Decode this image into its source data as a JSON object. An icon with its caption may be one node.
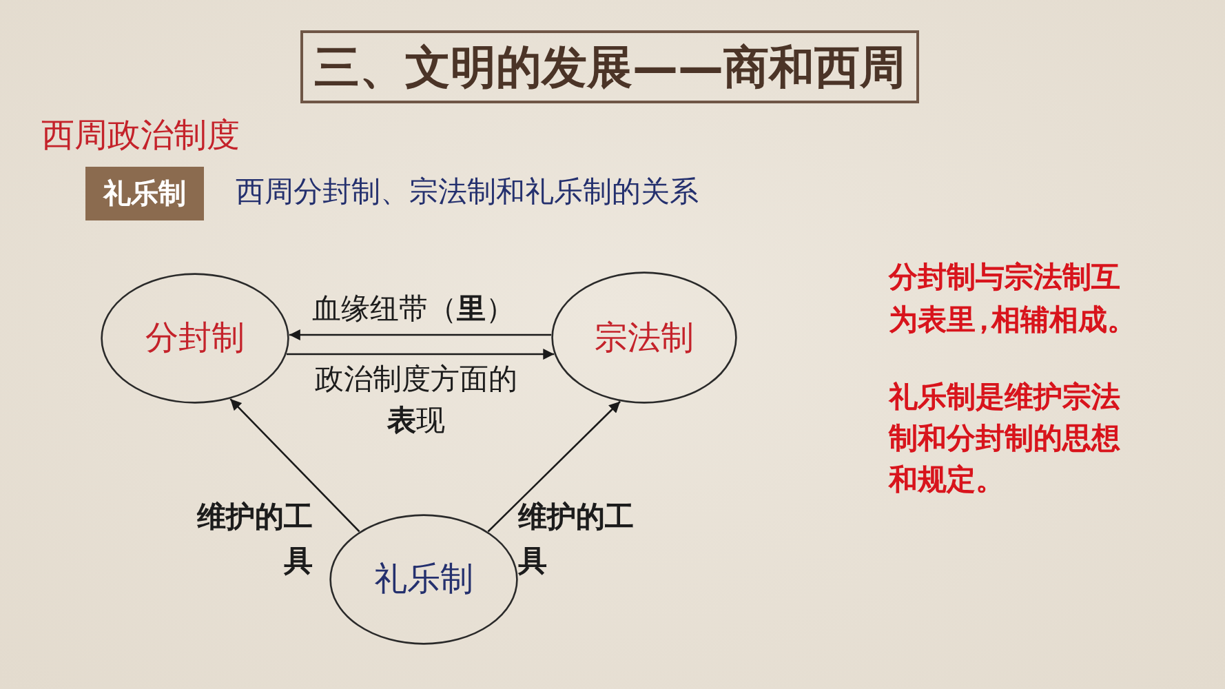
{
  "diagram": {
    "title": "三、文明的发展——商和西周",
    "nodes": [
      {
        "text": [
          "礼乐制"
        ]
      },
      {
        "text": [
          "分封制"
        ]
      },
      {
        "text": [
          "宗法制"
        ]
      },
      {
        "text": [
          "礼乐制"
        ]
      }
    ],
    "edges": [
      {
        "from": 2,
        "to": 1,
        "arrow": "to",
        "label": "血缘纽带（**里**）"
      },
      {
        "from": 1,
        "to": 2,
        "arrow": "to",
        "label": "政治制度方面的**表**现"
      },
      {
        "from": 3,
        "to": 1,
        "arrow": "to",
        "label": "维护的工具"
      },
      {
        "from": 3,
        "to": 2,
        "arrow": "to",
        "label": "维护的工具"
      }
    ],
    "labels": [
      "西周政治制度",
      "西周分封制、宗法制和礼乐制的关系",
      "分封制与宗法制互为表里，相辅相成。",
      "礼乐制是维护宗法制和分封制的思想和规定。"
    ]
  }
}
